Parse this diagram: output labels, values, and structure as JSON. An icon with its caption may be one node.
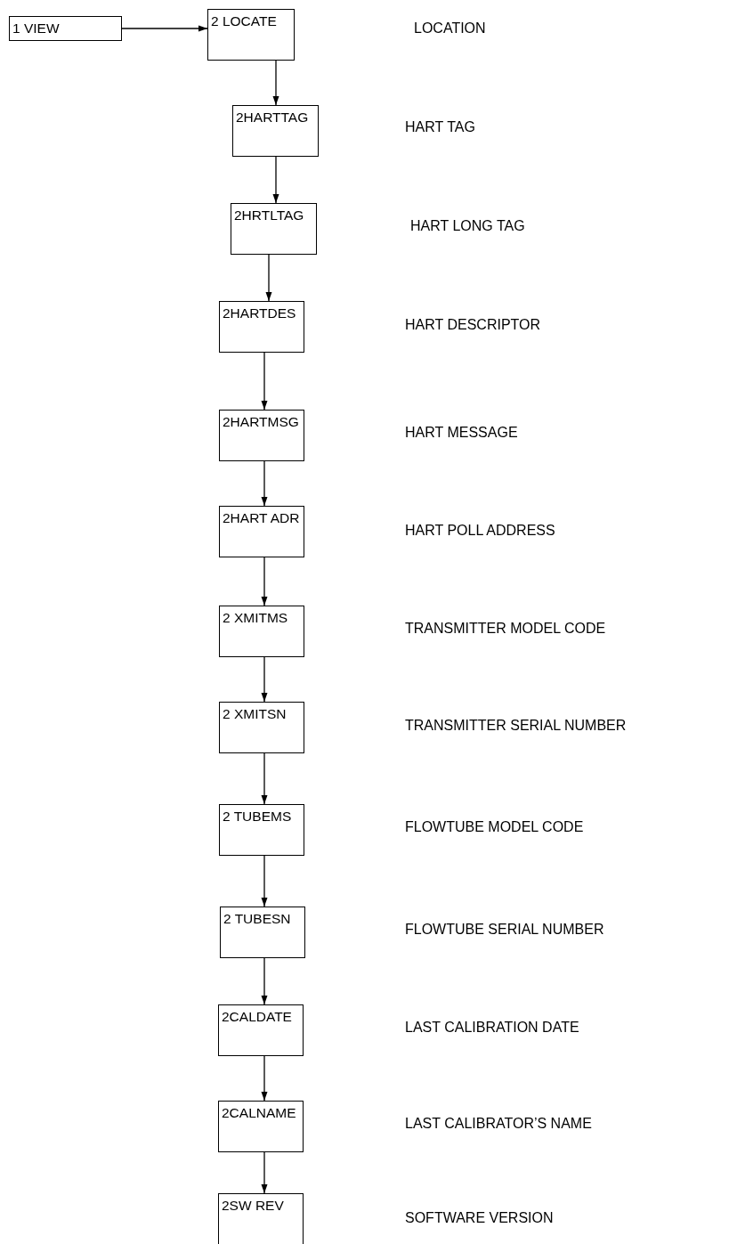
{
  "diagram": {
    "nodes": [
      {
        "text": [
          "1 VIEW"
        ]
      },
      {
        "text": [
          "2 LOCATE"
        ]
      },
      {
        "text": [
          "2HARTTAG"
        ]
      },
      {
        "text": [
          "2HRTLTAG"
        ]
      },
      {
        "text": [
          "2HARTDES"
        ]
      },
      {
        "text": [
          "2HARTMSG"
        ]
      },
      {
        "text": [
          "2HART ADR"
        ]
      },
      {
        "text": [
          "2 XMITMS"
        ]
      },
      {
        "text": [
          "2 XMITSN"
        ]
      },
      {
        "text": [
          "2 TUBEMS"
        ]
      },
      {
        "text": [
          "2 TUBESN"
        ]
      },
      {
        "text": [
          "2CALDATE"
        ]
      },
      {
        "text": [
          "2CALNAME"
        ]
      },
      {
        "text": [
          "2SW REV"
        ]
      }
    ],
    "edges": [
      {
        "from": 0,
        "to": 1,
        "arrow": "to"
      },
      {
        "from": 1,
        "to": 2,
        "arrow": "to"
      },
      {
        "from": 2,
        "to": 3,
        "arrow": "to"
      },
      {
        "from": 3,
        "to": 4,
        "arrow": "to"
      },
      {
        "from": 4,
        "to": 5,
        "arrow": "to"
      },
      {
        "from": 5,
        "to": 6,
        "arrow": "to"
      },
      {
        "from": 6,
        "to": 7,
        "arrow": "to"
      },
      {
        "from": 7,
        "to": 8,
        "arrow": "to"
      },
      {
        "from": 8,
        "to": 9,
        "arrow": "to"
      },
      {
        "from": 9,
        "to": 10,
        "arrow": "to"
      },
      {
        "from": 10,
        "to": 11,
        "arrow": "to"
      },
      {
        "from": 11,
        "to": 12,
        "arrow": "to"
      },
      {
        "from": 12,
        "to": 13,
        "arrow": "to"
      }
    ],
    "labels": [
      "LOCATION",
      "HART TAG",
      "HART LONG TAG",
      "HART DESCRIPTOR",
      "HART MESSAGE",
      "HART POLL ADDRESS",
      "TRANSMITTER MODEL CODE",
      "TRANSMITTER SERIAL NUMBER",
      "FLOWTUBE MODEL CODE",
      "FLOWTUBE SERIAL NUMBER",
      "LAST CALIBRATION DATE",
      "LAST CALIBRATOR’S NAME",
      "SOFTWARE VERSION"
    ]
  }
}
